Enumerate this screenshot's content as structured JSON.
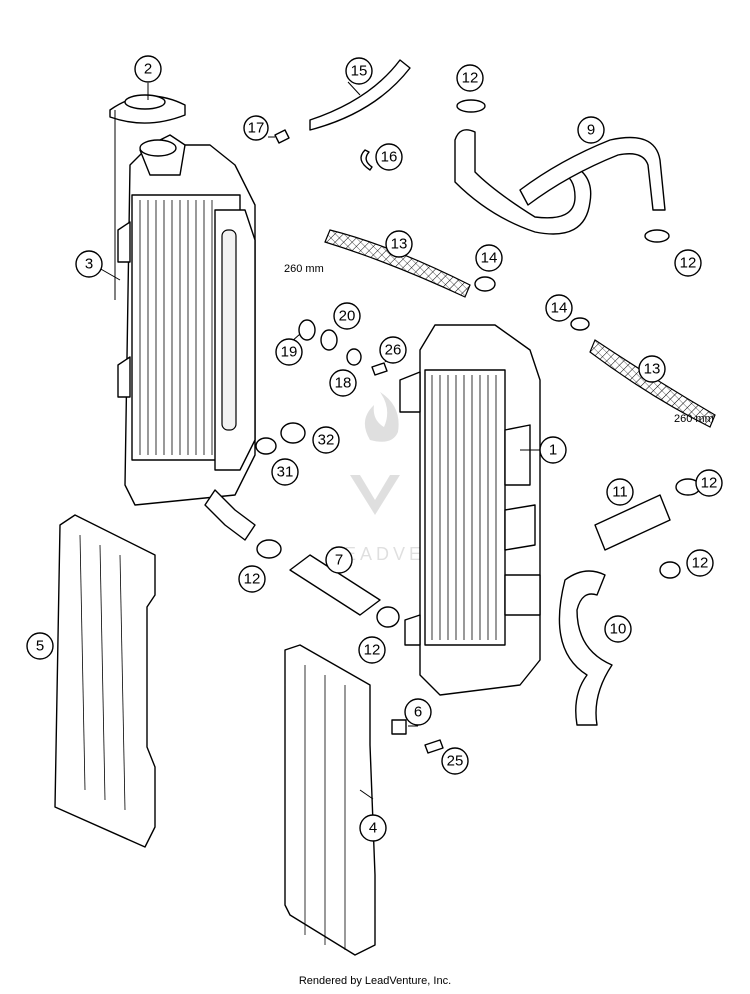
{
  "diagram": {
    "callouts": [
      "2",
      "15",
      "17",
      "16",
      "12",
      "9",
      "3",
      "13",
      "14",
      "12",
      "20",
      "19",
      "26",
      "18",
      "14",
      "13",
      "32",
      "31",
      "1",
      "11",
      "12",
      "5",
      "12",
      "7",
      "12",
      "12",
      "10",
      "6",
      "25",
      "4"
    ],
    "dimension_labels": [
      "260 mm",
      "260 mm"
    ],
    "watermark_text": "LEADVENTURE",
    "credit": "Rendered by LeadVenture, Inc."
  }
}
